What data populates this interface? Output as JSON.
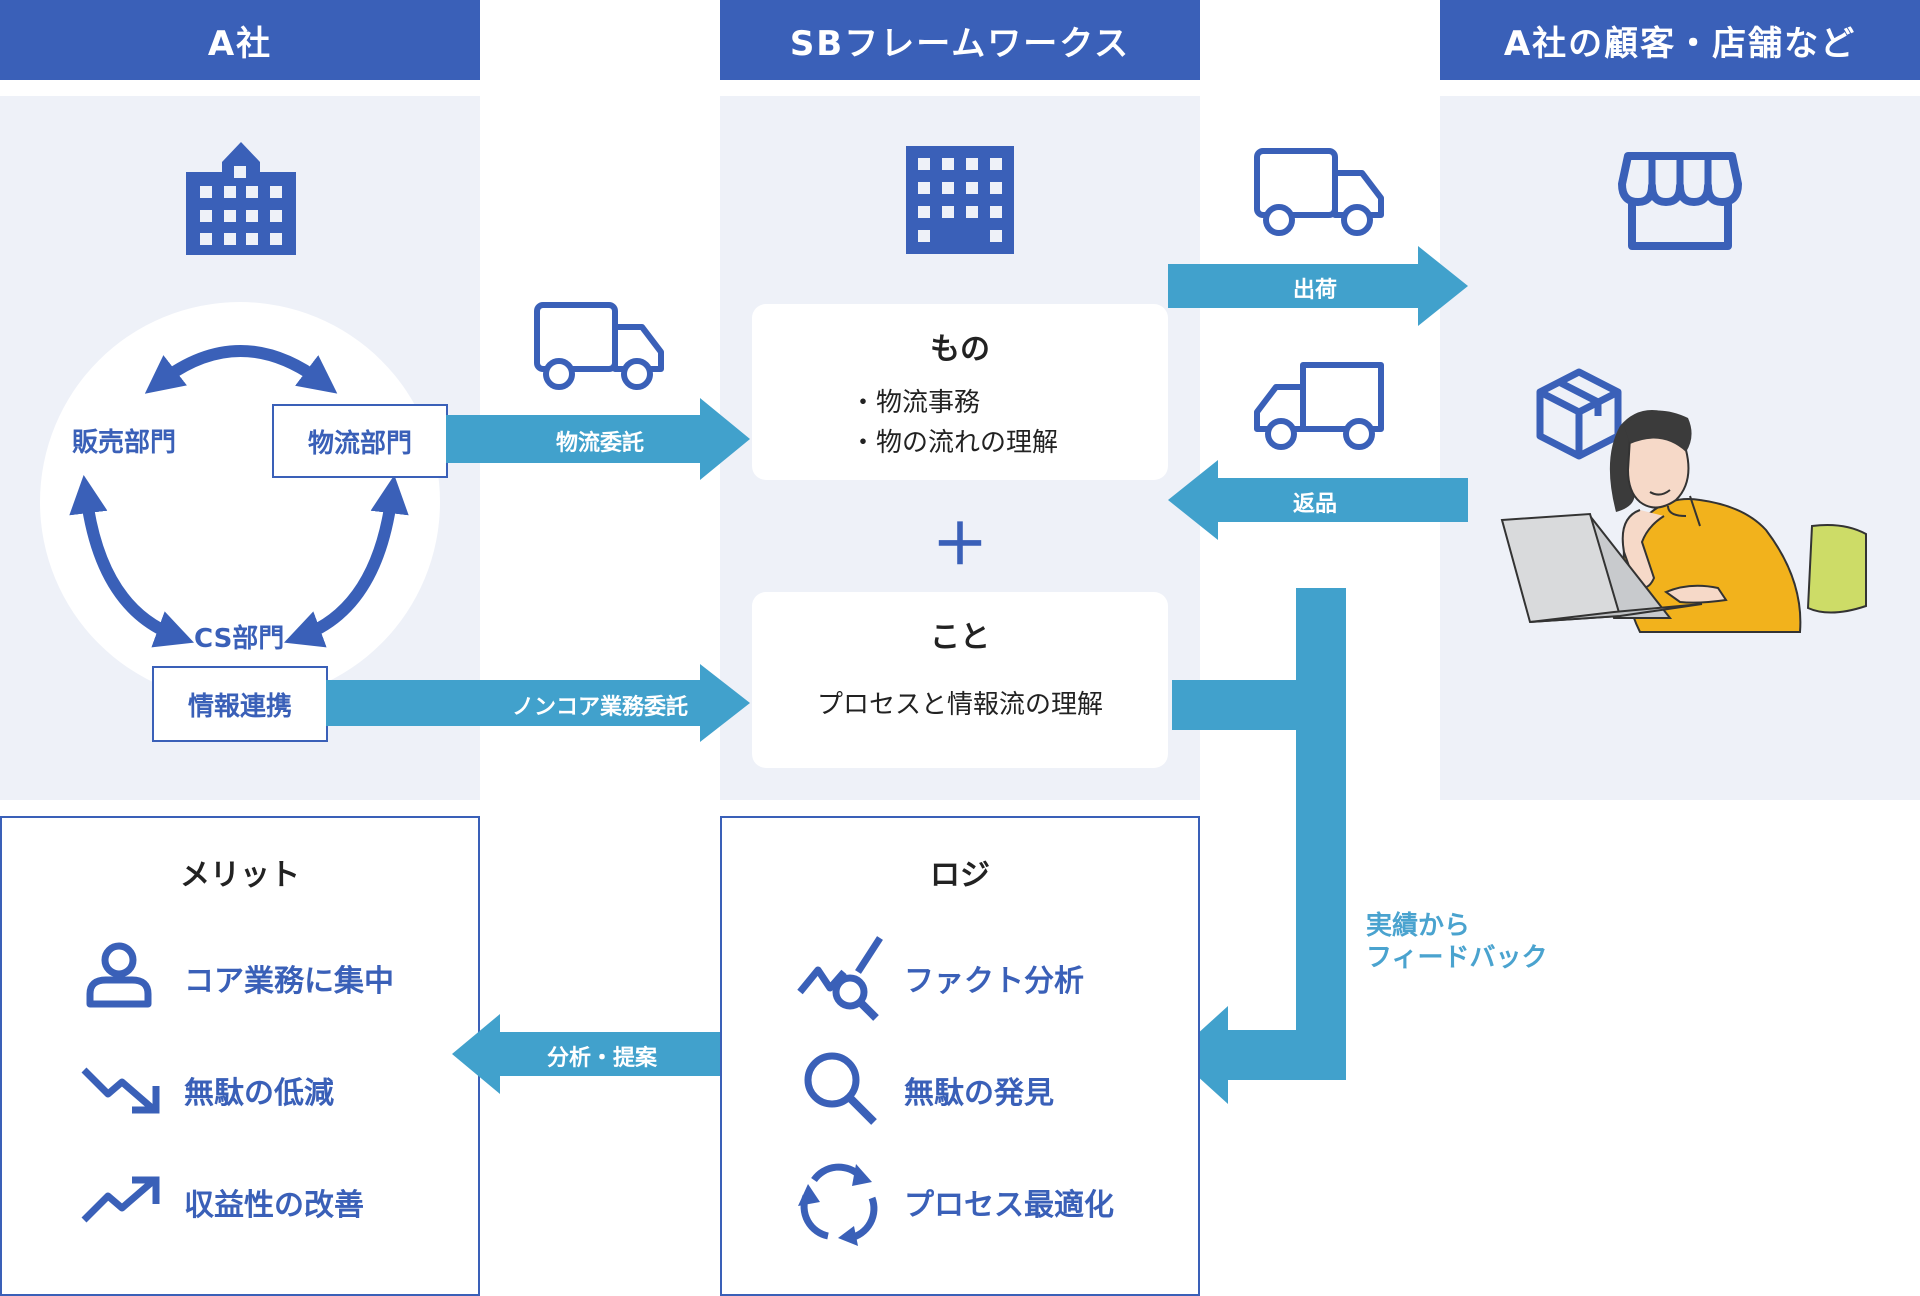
{
  "headers": {
    "left": "A社",
    "center": "SBフレームワークス",
    "right": "A社の顧客・店舗など"
  },
  "left": {
    "dept_sales": "販売部門",
    "dept_logistics": "物流部門",
    "dept_cs": "CS部門",
    "info_link": "情報連携"
  },
  "arrows": {
    "logistics_outsource": "物流委託",
    "noncore_outsource": "ノンコア業務委託",
    "ship": "出荷",
    "return": "返品",
    "analysis": "分析・提案"
  },
  "center": {
    "mono_title": "もの",
    "mono_lines": [
      "・物流事務",
      "・物の流れの理解"
    ],
    "plus": "＋",
    "koto_title": "こと",
    "koto_line": "プロセスと情報流の理解"
  },
  "feedback": {
    "line1": "実績から",
    "line2": "フィードバック"
  },
  "merit": {
    "title": "メリット",
    "items": [
      {
        "label": "コア業務に集中",
        "icon": "person-icon"
      },
      {
        "label": "無駄の低減",
        "icon": "trend-down-icon"
      },
      {
        "label": "収益性の改善",
        "icon": "trend-up-icon"
      }
    ]
  },
  "logi": {
    "title": "ロジ",
    "items": [
      {
        "label": "ファクト分析",
        "icon": "chart-search-icon"
      },
      {
        "label": "無駄の発見",
        "icon": "magnifier-icon"
      },
      {
        "label": "プロセス最適化",
        "icon": "cycle-icon"
      }
    ]
  },
  "colors": {
    "primary": "#3a60b8",
    "arrow": "#41a1cc",
    "panel_bg": "#eef1f8"
  }
}
